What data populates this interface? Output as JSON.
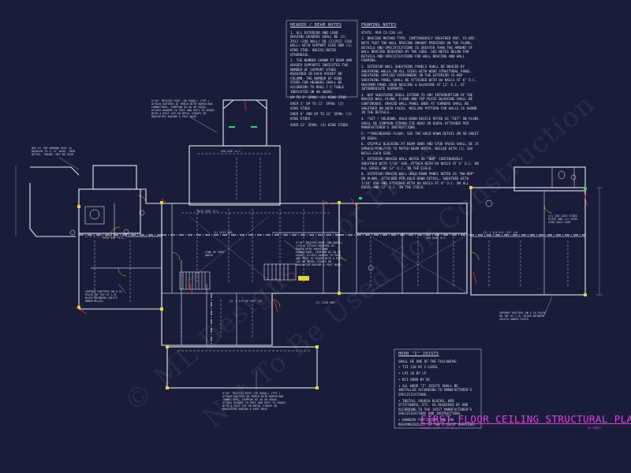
{
  "header_beam_notes": {
    "title": "HEADER / BEAM NOTES",
    "items": [
      "1. ALL EXTERIOR AND LOAD BEARING HEADERS SHALL BE (2) 2X12 (2X6 WALL) OR (3)2X12 (2X6 WALL) WITH SUPPORT SIDE AND (1) KING STUD. UNLESS NOTED OTHERWISE.",
      "2. THE NUMBER SHOWN AT BEAM AND HEADER SUPPORTS INDICATES THE NUMBER OF SUPPORT STUDS REQUIRED IN EACH POCKET OR COLUMN. THE NUMBER OF KING STUDS FOR HEADERS SHALL BE ACCORDING TO R602.7.5 TABLE INDICATED ON AN ABOVE.",
      "UP TO 3' SPAN: (1) KING STUD",
      "OVER 3' UP TO 12' SPAN: (2) KING STUDS",
      "OVER 6' AND UP TO 12' SPAN: (3) KING STUDS",
      "OVER 12' SPAN: (4) KING STUDS"
    ]
  },
  "framing_notes": {
    "title": "FRAMING NOTES",
    "subtitle": "STATE: PER CS-220 (A)",
    "items": [
      "1. BRACING METHOD TYPE: CONTINUOUSLY SHEATHED WSP, CS-WSP. NOTE THAT THE WALL BRACING AMOUNT PROVIDED ON THE PLANS, DETAILS AND SPECIFICATIONS IS GREATER THAN THE AMOUNT OF WALL BRACING REQUIRED BY THE CODE. SEE NOTES BELOW FOR DETAILS AND SPECIFICATIONS FOR WALL BRACING AND WALL FRAMING.",
      "2. EXTERIOR WALL SHEATHING PANELS SHALL BE BRACED BY SHEATHING WALLS ON ALL SIDES WITH WOOD STRUCTURAL PANEL SHEATHING APPLIED EVERYWHERE IN THE EXTERIOR CS-WSP SHEATHING PANEL SHALL BE ATTACHED WITH 8d NAILS AT 6\" O.C. MAXIMUM PANEL EDGE NAILING & BLOCKING AT 12\" O.C. AT INTERMEDIATE SUPPORTS.",
      "3. WSP SHEATHING SHALL EXTEND TO ANY INTERRUPTION OF THE BRACED WALL PLANE. FLOOR AND TOP PLATE BLOCKING SHALL BE CONTINUOUS. BRACED WALL PANEL ENDS AT CORNERS SHALL BE SHEATHED ON BOTH FACES. NAILING PATTERN FOR WALLS IS SHOWN IN THE DETAILS.",
      "4. *SET / HOLDOWN: HOLD-DOWN DEVICE RATED AS \"SET\" ON PLANS SHALL BE SIMPSON STRONG-TIE HDU2 OR EQUAL ATTACHED PER MANUFACTURER'S INSTRUCTIONS.",
      "5. **ENGINEERED FLOOR: SEE THE HOLD-DOWN DETAIL ON SD SHEET OR EQUAL.",
      "6. CRIPPLE BLOCKING AT BEAM ENDS AND STUD PACKS SHALL BE 2X SPRUCE/PINE/FIR TO MATCH BEAM WIDTH, NAILED WITH (2) 10d NAILS EACH SIDE.",
      "7. EXTERIOR BRACED WALL NOTED AS \"BWP\" CONTINUOUSLY SHEATHED WITH 7/16\" OSB, ATTACH WITH 8d NAILS AT 6\" O.C. ON ALL EDGES AND 12\" O.C. IN THE FIELD.",
      "8. EXTERIOR BRACED WALL HOLD-DOWN PANEL NOTED AS \"BW-HDP\" ON PLANS, ATTACHED PER HOLD-DOWN DETAIL, SHEATHED WITH 7/16\" OSB AND ATTACHED WITH 8d NAILS AT 4\" O.C. ON ALL EDGES AND 12\" O.C. IN THE FIELD."
    ]
  },
  "hood_notes": {
    "title": "HOOD \"I\" JOISTS",
    "items": [
      "SHALL BE ONE OF THE FOLLOWING:",
      "• TJI 210 BY I-LEVEL",
      "• LPI 20 BY LP",
      "• BCI 6000 BY BC",
      "• ALL WOOD \"I\" JOISTS SHALL BE INSTALLED ACCORDING TO MANUFACTURER'S SPECIFICATIONS.",
      "• INSTALL SQUASH BLOCKS, WEB STIFFENERS, ETC. AS REQUIRED BY AND ACCORDING TO THE JOIST MANUFACTURER'S SPECIFICATIONS AND INSTRUCTIONS.",
      "• HANGERS FOR JOISTS ARE THE RESPONSIBILITY OF THE I-JOIST SUPPLIER."
    ]
  },
  "title_block": {
    "title": "FIRST FLOOR CEILING STRUCTURAL PLAN",
    "scale_label": "SCALE: 1/8\" = 1'-0\"",
    "sheet_ref": "SP-SHEET"
  },
  "plan_labels": {
    "bay_note": "BAY AT THE WINDOW SEAT IS REDUCED TO 4'-0\" WIDE, THEN DETAIL 'ROUND' MAY BE USED",
    "rafter_note_left": "SUPPORT RAFTERS ON A 2X PLATE ON TOP OF L.B. BLOCK BETWEEN JOISTS UNDER PLATE.",
    "rafter_note_right": "SUPPORT RAFTERS ON A 2X PLATE ON TOP OF L.B. BLOCK BETWEEN JOISTS UNDER PLATE.",
    "post_note_top": "6\"x6\" TREATED POST (OR EQUAL) (TYP.) ATTACH RAFTERS AT PORCH WITH HURRICANE CONNECTORS, SIMPSON H2.5A OR EQUAL. ATTACH HEADER TO POST AND POST TO GRADE WITH A POST CAP OR METAL STRAPS OR BRACKETED ANCHOR & POST BASE.",
    "post_note_bottom": "6\"x6\" TREATED POST (OR EQUAL) (TYP.) ATTACH RAFTERS AT PORCH WITH HURRICANE CONNECTORS, SIMPSON H2.5A OR EQUAL. ATTACH HEADER TO POST AND POST TO GRADE WITH A POST CAP OR METAL STRAPS OR BRACKETED ANCHOR & POST BASE.",
    "post_note_mid": "6\"x6\" TREATED POST (OR EQUAL) (TYP.) ATTACH RAFTERS AT PORCH WITH HURRICANE CONNECTORS, SIMPSON H2.5A OR EQUAL. ATTACH HEADER TO POST AND POST TO GRADE WITH A POST CAP OR METAL STRAPS OR BRACKETED ANCHOR & POST BASE.",
    "garage_note": "(2) 2X6 JACK STUDS PLATE AND (1) KING STUD EACH SIDE",
    "joist_a": "2X12 @16\" O.C.",
    "joist_b": "2X10 @16\" O.C.",
    "joist_c": "2X8 @16\" O.C.",
    "joist_d": "2X6 @16\" O.C.",
    "beam_a": "(2) 2X12 HDR",
    "beam_b": "(3) 1 3/4\"x11 7/8\" LVL",
    "beam_c": "(2) 2X10 HDR",
    "beam_d": "(2) 1 3/4\"x9 1/4\" LVL",
    "line_of_roof": "LINE OF ROOF ABOVE",
    "wm_a": "© ML Designs Floor Plans",
    "wm_b": "Not To Be Used For Construction"
  }
}
